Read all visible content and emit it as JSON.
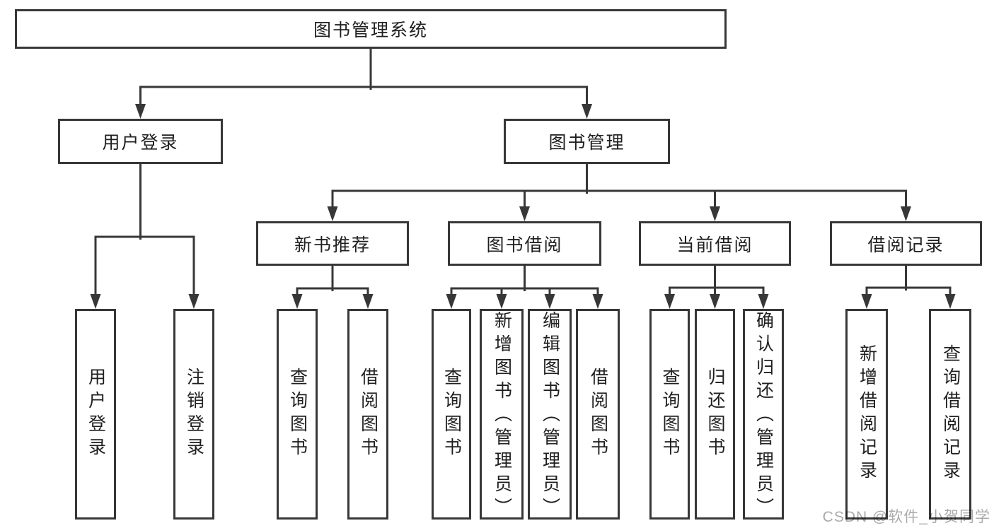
{
  "diagram": {
    "root": {
      "label": "图书管理系统"
    },
    "level2": [
      {
        "id": "user-login",
        "label": "用户登录",
        "children": [
          {
            "label": "用户登录"
          },
          {
            "label": "注销登录"
          }
        ]
      },
      {
        "id": "book-management",
        "label": "图书管理",
        "children": [
          {
            "id": "new-book-recommend",
            "label": "新书推荐",
            "children": [
              {
                "label": "查询图书"
              },
              {
                "label": "借阅图书"
              }
            ]
          },
          {
            "id": "book-borrow",
            "label": "图书借阅",
            "children": [
              {
                "label": "查询图书"
              },
              {
                "label": "新增图书（管理员）"
              },
              {
                "label": "编辑图书（管理员）"
              },
              {
                "label": "借阅图书"
              }
            ]
          },
          {
            "id": "current-borrow",
            "label": "当前借阅",
            "children": [
              {
                "label": "查询图书"
              },
              {
                "label": "归还图书"
              },
              {
                "label": "确认归还（管理员）"
              }
            ]
          },
          {
            "id": "borrow-records",
            "label": "借阅记录",
            "children": [
              {
                "label": "新增借阅记录"
              },
              {
                "label": "查询借阅记录"
              }
            ]
          }
        ]
      }
    ]
  },
  "watermark": {
    "text": "CSDN @软件_小贺同学"
  },
  "colors": {
    "line": "#373737",
    "text": "#1f1f1f",
    "watermark": "#ababab",
    "background": "#ffffff"
  }
}
